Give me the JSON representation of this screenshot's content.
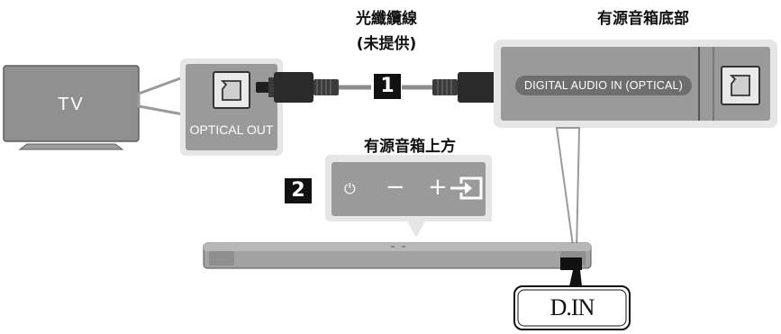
{
  "tv": {
    "label": "TV"
  },
  "tv_port": {
    "label": "OPTICAL OUT",
    "icon": "optical-port-icon"
  },
  "cable": {
    "title": "光纖纜線",
    "subtitle": "(未提供)",
    "step": "1"
  },
  "soundbar_bottom": {
    "title": "有源音箱底部",
    "port_label": "DIGITAL AUDIO IN (OPTICAL)",
    "icon": "optical-port-icon"
  },
  "soundbar_top": {
    "title": "有源音箱上方",
    "step": "2",
    "buttons": [
      {
        "name": "power",
        "icon": "power-icon",
        "glyph": "⏻"
      },
      {
        "name": "volume-down",
        "icon": "minus-icon",
        "glyph": "−"
      },
      {
        "name": "volume-up",
        "icon": "plus-icon",
        "glyph": "+"
      },
      {
        "name": "source",
        "icon": "source-input-icon"
      }
    ]
  },
  "display": {
    "label": "D.IN"
  },
  "colors": {
    "panel": "#9a9a9a",
    "panel_dark": "#7e7e7e",
    "tv": "#8f8f8f",
    "step_box": "#111111",
    "cable": "#2a2a2a"
  }
}
